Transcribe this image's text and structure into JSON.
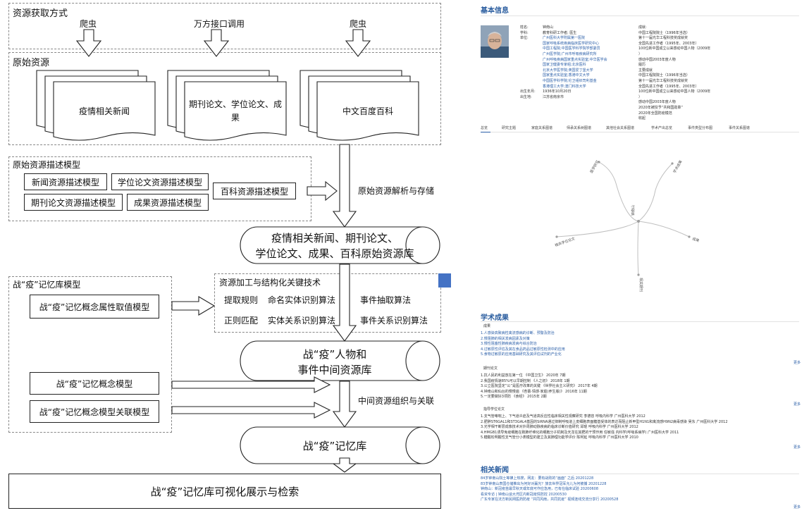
{
  "flow": {
    "acquisition": {
      "title": "资源获取方式",
      "methods": [
        "爬虫",
        "万方接口调用",
        "爬虫"
      ]
    },
    "raw": {
      "title": "原始资源",
      "stacks": [
        "疫情相关新闻",
        "期刊论文、学位论文、成果",
        "中文百度百科"
      ]
    },
    "desc_model": {
      "title": "原始资源描述模型",
      "models": [
        "新闻资源描述模型",
        "学位论文资源描述模型",
        "期刊论文资源描述模型",
        "成果资源描述模型",
        "百科资源描述模型"
      ]
    },
    "parse_label": "原始资源解析与存储",
    "raw_db": [
      "疫情相关新闻、期刊论文、",
      "学位论文、成果、百科原始资源库"
    ],
    "memory_model": {
      "title": "战“疫”记忆库模型",
      "attr_model": "战“疫”记忆概念属性取值模型",
      "concept_model": "战“疫”记忆概念模型",
      "relation_model": "战“疫”记忆概念模型关联模型"
    },
    "tech": {
      "title": "资源加工与结构化关键技术",
      "items": [
        "提取规则",
        "命名实体识别算法",
        "事件抽取算法",
        "正则匹配",
        "实体关系识别算法",
        "事件关系识别算法"
      ]
    },
    "event_db": [
      "战“疫”人物和",
      "事件中间资源库"
    ],
    "org_label": "中间资源组织与关联",
    "memory_db": "战“疫”记忆库",
    "display": "战“疫”记忆库可视化展示与检索"
  },
  "panel": {
    "basic_title": "基本信息",
    "left_keys": [
      "姓名:",
      "学科:",
      "单位:",
      "出生年月:",
      "出生地:"
    ],
    "name": "钟南山",
    "subject": "教育科研工作者; 医生",
    "units": [
      "广州医科大学附属第一医院",
      "国家呼吸系统疾病临床医学研究中心",
      "中国工程院;中国医学科学院学部委员",
      "广州医学院;广州市呼吸疾病研究所",
      "广州呼吸疾病国家重点实验室;中华医学会",
      "国家卫健委专家组;北京医科",
      "北京大学医学院;英国爱丁堡大学",
      "国家重点实验室;香港中文大学",
      "中国医学科学院;伦卫组织司利基金",
      "香港理工大学;澳门科技大学"
    ],
    "birth": "1936年10月20日",
    "birthplace": "江苏省南京市",
    "right_key": "成就:",
    "achievements": [
      "中国工程院院士（1996年当选）",
      "第十一届光华工程科技奖成就奖",
      "全国先进工作者（1995年、2003年）",
      "100位新中国成立以来感动中国人物（2009年",
      "）",
      "感动中国2003年度人物",
      "履历",
      "主要成就",
      "中国工程院院士（1996年当选）",
      "第十一届光华工程科技奖成就奖",
      "全国先进工作者（1995年、2003年）",
      "100位新中国成立以来感动中国人物（2009年",
      "）",
      "感动中国2003年度人物",
      "2020年被授予“共和国勋章”",
      "2020年全国防疫模范",
      "收起"
    ],
    "tabs": [
      "总览",
      "研究主题",
      "家庭关系图谱",
      "师承关系树图谱",
      "其他社会关系图谱",
      "学术产出总览",
      "事件类型分布图",
      "事件关系图谱"
    ],
    "graph": {
      "center": "钟南山",
      "nodes": [
        "医学研究",
        "学术成果",
        "相关学位论文",
        "成果",
        "相关期刊"
      ]
    },
    "academic_title": "学术成果",
    "results_head": "成果",
    "results": [
      "1.人感染高致病性禽流感病的诊断、预警及防治",
      "2.慢阻肺的相关发病因素及对策",
      "3.慢性阻塞性肺疾病发病与综合防治",
      "4.过敏原性评估及其在食品药品过敏原性检测中的应用",
      "5.食物过敏原的应用基础研究及其评估试剂的产业化"
    ],
    "journal_head": "期刊论文",
    "journals": [
      "1.抗人民的利益放在第一位 《中国卫生》 2020年 7期",
      "2.我国疫情速85%可以早期控制 《人之初》 2018年 1期",
      "3.公立医院坚定“公”是医疗改革的关键 《世界社会主义研究》 2017年 4期",
      "4.钟南山和仙台的慢慢遍 《杏蕾·情感·家庭(养生版)》 2016年 11期",
      "5.一定要做好3项防 《食经》 2015年 2期"
    ],
    "thesis_head": "指导学位论文",
    "theses": [
      "1.支气管哮喘上、下气道炎症及气道高反应性临床相关性观察研究 李德容 呼吸内科学 广州医科大学 2012",
      "2.肥胖ST6GAL1和ST3GAL4基因的SiRNA通过抑制呼吸道上皮细胞表面糖基受体的表达而阻止新甲型H1N1和禽流感H9N2病毒感染 吴东 广州医科大学 2012",
      "3.光学相干断层成像技术对外周肺动脉疾病的临床诊断价值研究 邱琨 呼吸内科学 广州医科大学 2012",
      "4.HMGB1诱导免疫细胞在致肺纤维化的细胞分子机制及天龙在其靶的干预作用 任敏强 内科学(呼吸系病学) 广州医科大学 2011",
      "5.糖酸松明酸性支气管分小表模型的建立及其肺理功能学评价 陈柯延 呼吸内科学 广州医科大学 2010"
    ],
    "more": "更多",
    "news_title": "相关新闻",
    "news": [
      "84岁钟南山院士等拂上热搜，网友：要有战败的“画面” 之后 20201228",
      "83岁钟南山表国仓储推出为何好对赢光？旅去世界冠军允儿为何被捕 20201228",
      "钟南山：新冠疫苗最早秋天或年底可作应急用，已有在临床试验 20200608",
      "看资专访 | 钟南山谈大湾区内新冠疫情防控 20200530",
      "广东专家在法方新民网医药防疫 “共同风雨，共同抗疫” 视频连线交流分享行 20200528"
    ]
  }
}
